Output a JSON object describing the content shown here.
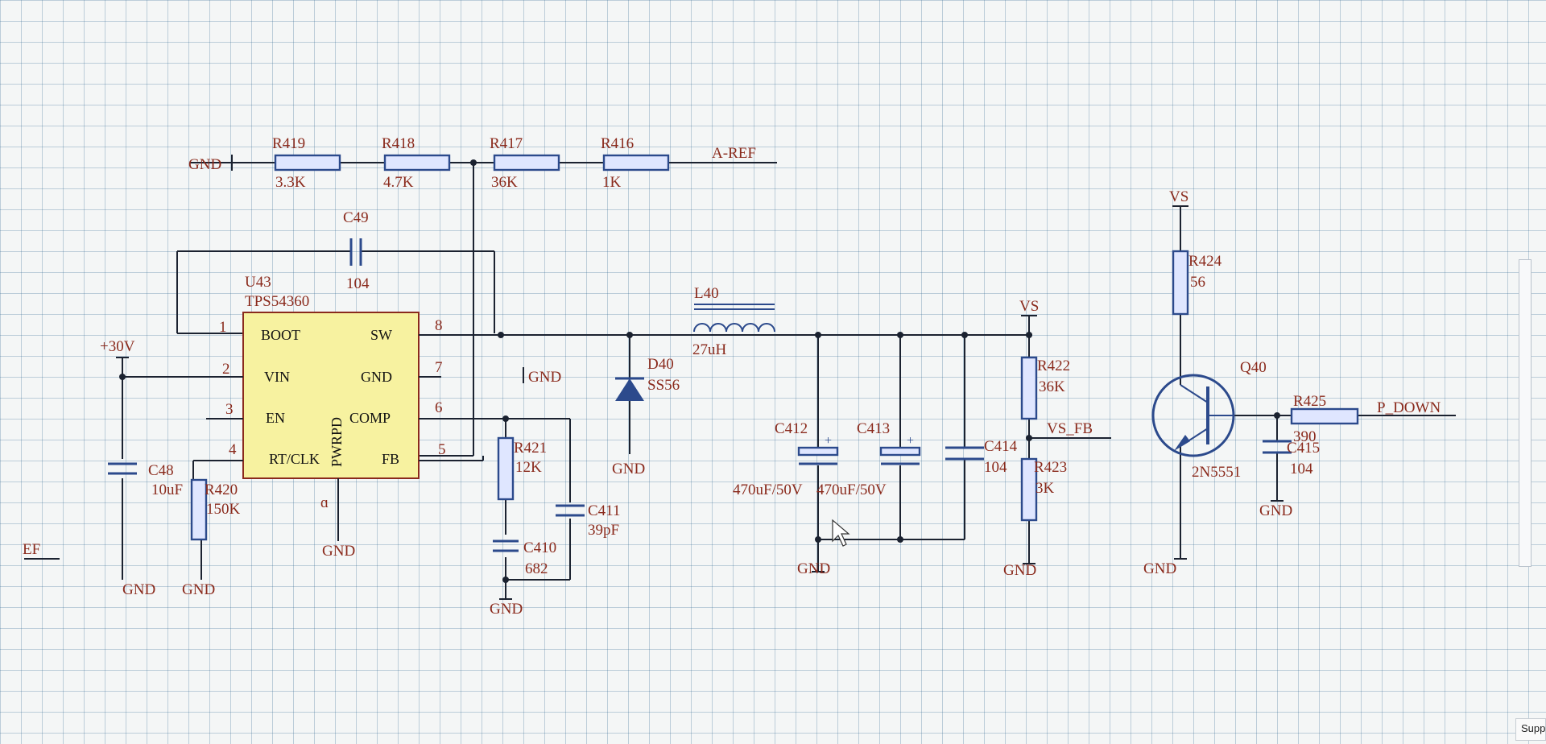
{
  "components": {
    "U43": {
      "ref": "U43",
      "value": "TPS54360",
      "pwrpd": "PWRPD",
      "pins": [
        {
          "num": "1",
          "name": "BOOT"
        },
        {
          "num": "2",
          "name": "VIN"
        },
        {
          "num": "3",
          "name": "EN"
        },
        {
          "num": "4",
          "name": "RT/CLK"
        },
        {
          "num": "8",
          "name": "SW"
        },
        {
          "num": "7",
          "name": "GND"
        },
        {
          "num": "6",
          "name": "COMP"
        },
        {
          "num": "5",
          "name": "FB"
        }
      ]
    },
    "R419": {
      "ref": "R419",
      "value": "3.3K"
    },
    "R418": {
      "ref": "R418",
      "value": "4.7K"
    },
    "R417": {
      "ref": "R417",
      "value": "36K"
    },
    "R416": {
      "ref": "R416",
      "value": "1K"
    },
    "C49": {
      "ref": "C49",
      "value": "104"
    },
    "L40": {
      "ref": "L40",
      "value": "27uH"
    },
    "D40": {
      "ref": "D40",
      "value": "SS56"
    },
    "C48": {
      "ref": "C48",
      "value": "10uF"
    },
    "R420": {
      "ref": "R420",
      "value": "150K"
    },
    "R421": {
      "ref": "R421",
      "value": "12K"
    },
    "C411": {
      "ref": "C411",
      "value": "39pF"
    },
    "C410": {
      "ref": "C410",
      "value": "682"
    },
    "C412": {
      "ref": "C412",
      "value": "470uF/50V"
    },
    "C413": {
      "ref": "C413",
      "value": "470uF/50V"
    },
    "C414": {
      "ref": "C414",
      "value": "104"
    },
    "R422": {
      "ref": "R422",
      "value": "36K"
    },
    "R423": {
      "ref": "R423",
      "value": "3K"
    },
    "R424": {
      "ref": "R424",
      "value": "56"
    },
    "Q40": {
      "ref": "Q40",
      "value": "2N5551"
    },
    "R425": {
      "ref": "R425",
      "value": "390"
    },
    "C415": {
      "ref": "C415",
      "value": "104"
    }
  },
  "nets": {
    "gnd": "GND",
    "vin": "+30V",
    "vs": "VS",
    "aref": "A-REF",
    "vsfb": "VS_FB",
    "pdown": "P_DOWN",
    "ref_fragment": "EF"
  },
  "window": {
    "corner_fragment": "Supp"
  }
}
